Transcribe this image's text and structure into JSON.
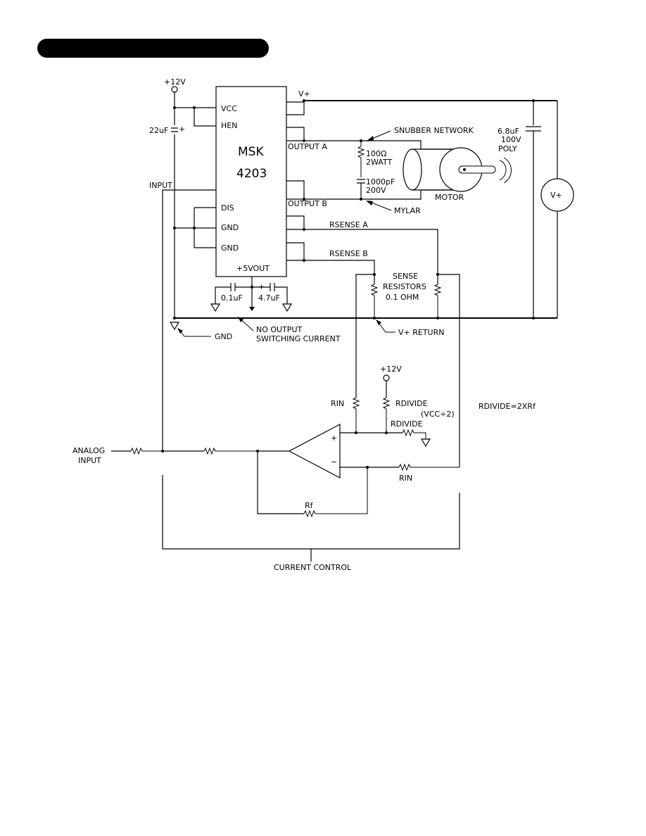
{
  "header": {
    "bar_color": "#000000"
  },
  "ic": {
    "name": "MSK",
    "number": "4203",
    "pins": {
      "vcc": "VCC",
      "hen": "HEN",
      "output_a": "OUTPUT  A",
      "output_b": "OUTPUT  B",
      "dis": "DIS",
      "gnd1": "GND",
      "gnd2": "GND",
      "vout5": "+5VOUT"
    }
  },
  "labels": {
    "vplus_top": "V+",
    "supply_12v_top": "+12V",
    "cap_22uf": "22uF",
    "cap_plus": "+",
    "input": "INPUT",
    "snubber": "SNUBBER  NETWORK",
    "r100_line1": "100Ω",
    "r100_line2": "2WATT",
    "c1000_line1": "1000pF",
    "c1000_line2": "200V",
    "motor": "MOTOR",
    "mylar": "MYLAR",
    "cap68_line1": "6.8uF",
    "cap68_line2": "100V",
    "cap68_line3": "POLY",
    "vplus_source": "V+",
    "rsense_a": "RSENSE  A",
    "rsense_b": "RSENSE  B",
    "sense_line1": "SENSE",
    "sense_line2": "RESISTORS",
    "sense_line3": "0.1  OHM",
    "cap_01uf": "0.1uF",
    "cap_47uf": "4.7uF",
    "cap47_plus": "+",
    "gnd": "GND",
    "no_output_line1": "NO  OUTPUT",
    "no_output_line2": "SWITCHING  CURRENT",
    "vplus_return": "V+  RETURN",
    "supply_12v_bottom": "+12V",
    "rin_left": "RIN",
    "rdivide_top": "RDIVIDE",
    "vcc_div2": "(VCC÷2)",
    "rdivide_bottom": "RDIVIDE",
    "rdivide_eq": "RDIVIDE=2XRf",
    "analog_line1": "ANALOG",
    "analog_line2": "INPUT",
    "opamp_plus": "+",
    "opamp_minus": "−",
    "rin_bottom": "RIN",
    "rf": "Rf",
    "current_control": "CURRENT  CONTROL"
  }
}
